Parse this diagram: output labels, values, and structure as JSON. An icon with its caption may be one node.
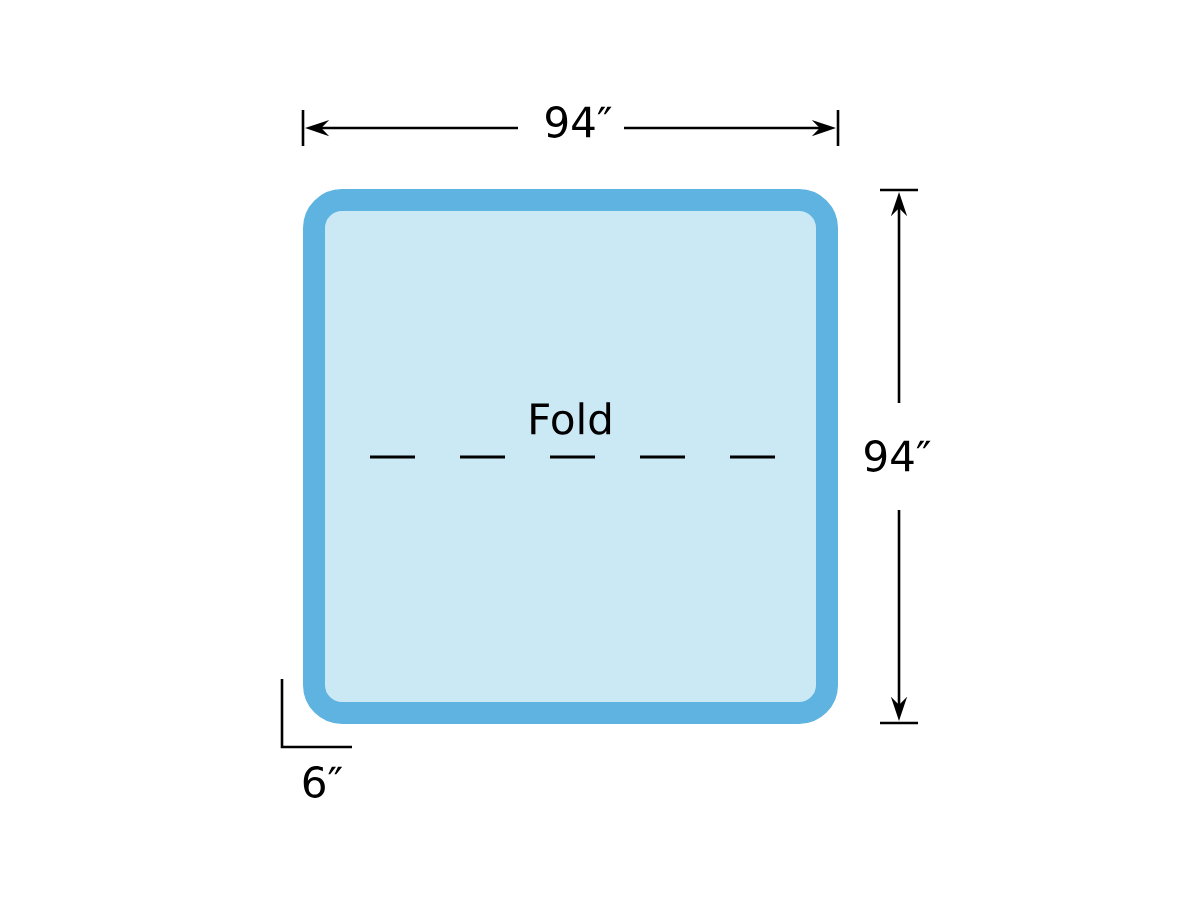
{
  "diagram": {
    "nodes": [
      {
        "text": [
          "Fold"
        ]
      }
    ],
    "labels": [
      "94″",
      "94″",
      "6″"
    ]
  }
}
